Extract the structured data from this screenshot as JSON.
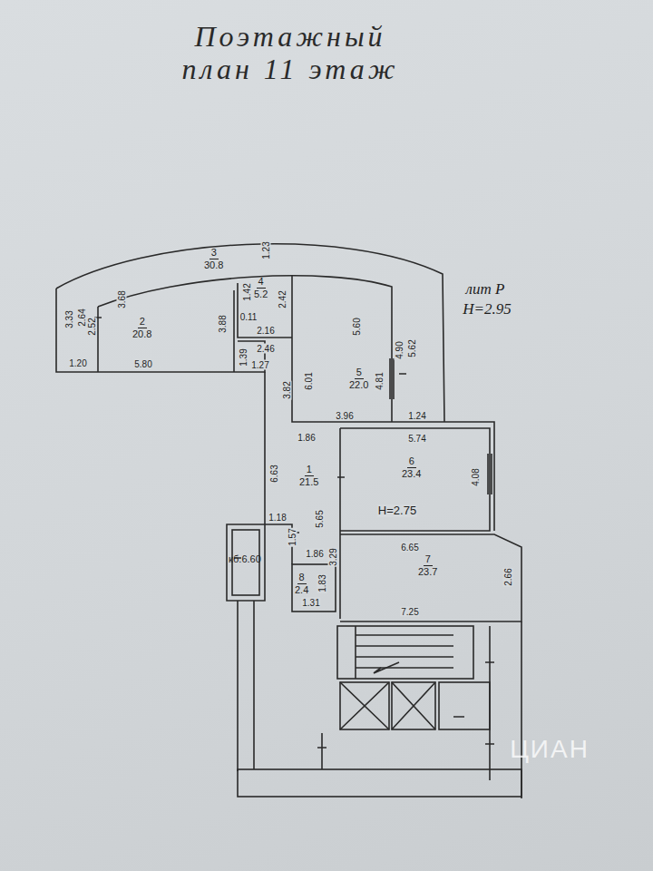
{
  "diagram": {
    "title": "Поэтажный план 11 этаж",
    "nodes": [
      {
        "text": [
          "3",
          "30.8"
        ]
      },
      {
        "text": [
          "2",
          "20.8"
        ]
      },
      {
        "text": [
          "4",
          "5.2"
        ]
      },
      {
        "text": [
          "5",
          "22.0"
        ]
      },
      {
        "text": [
          "1",
          "21.5"
        ]
      },
      {
        "text": [
          "6",
          "23.4"
        ]
      },
      {
        "text": [
          "кб.6.60"
        ]
      },
      {
        "text": [
          "8",
          "2.4"
        ]
      },
      {
        "text": [
          "7",
          "23.7"
        ]
      }
    ],
    "labels": [
      "лит Р",
      "H=2.95",
      "1.23",
      "3.33",
      "2.64",
      "2.52",
      "3.68",
      "3.88",
      "1.20",
      "5.80",
      "1.42",
      "0.11",
      "2.42",
      "2.16",
      "2.46",
      "1.39",
      "1.27",
      "3.82",
      "6.01",
      "5.60",
      "4.81",
      "4.90",
      "5.62",
      "3.96",
      "1.24",
      "1.86",
      "5.74",
      "6.63",
      "5.65",
      "4.08",
      "H=2.75",
      "1.18",
      "1.57",
      "1.86",
      "3.29",
      "6.65",
      "2.66",
      "7.25",
      "1.83",
      "1.31",
      "ЦИАН"
    ]
  }
}
